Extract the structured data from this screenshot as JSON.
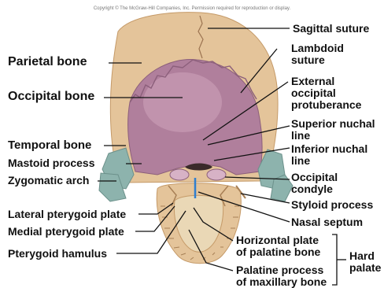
{
  "copyright": "Copyright © The McGraw-Hill Companies, Inc. Permission required for reproduction or display.",
  "labels_left": {
    "parietal": "Parietal bone",
    "occipital": "Occipital bone",
    "temporal": "Temporal bone",
    "mastoid": "Mastoid process",
    "zygomatic": "Zygomatic arch",
    "lateral_pterygoid": "Lateral pterygoid plate",
    "medial_pterygoid": "Medial pterygoid plate",
    "hamulus": "Pterygoid hamulus"
  },
  "labels_right": {
    "sagittal": "Sagittal suture",
    "lambdoid": [
      "Lambdoid",
      "suture"
    ],
    "external_occipital": [
      "External",
      "occipital",
      "protuberance"
    ],
    "superior_nuchal": [
      "Superior nuchal",
      "line"
    ],
    "inferior_nuchal": [
      "Inferior nuchal",
      "line"
    ],
    "occipital_condyle": [
      "Occipital",
      "condyle"
    ],
    "styloid": "Styloid process",
    "nasal_septum": "Nasal septum",
    "horizontal_plate": [
      "Horizontal plate",
      "of palatine bone"
    ],
    "palatine_process": [
      "Palatine process",
      "of maxillary bone"
    ],
    "hard_palate": [
      "Hard",
      "palate"
    ]
  },
  "colors": {
    "bone": "#e4c49a",
    "bone_dark": "#c59a68",
    "occipital": "#b07f9c",
    "occipital_light": "#c99bb5",
    "temporal_teal": "#8db3ad",
    "palate": "#ead8b6",
    "septum": "#2f7fd0",
    "line": "#111111"
  }
}
